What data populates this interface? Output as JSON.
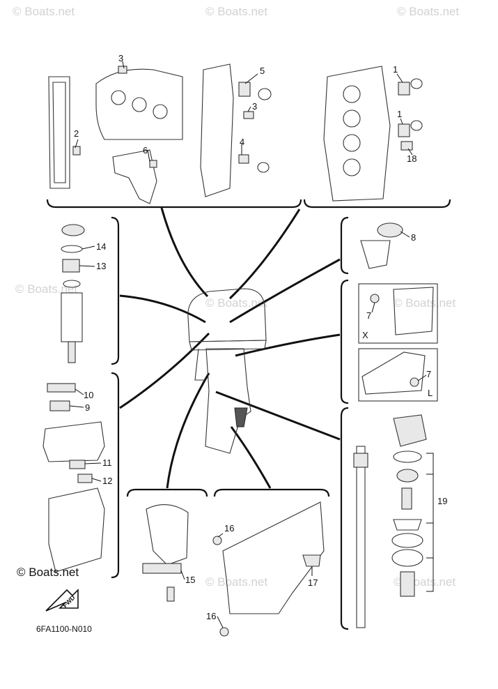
{
  "diagram_code": "6FA1100-N010",
  "watermark_text": "© Boats.net",
  "brand_text": "© Boats.net",
  "fwd_label": "FWD",
  "inset_labels": {
    "x": "X",
    "l": "L"
  },
  "callouts": {
    "c1a": "1",
    "c1b": "1",
    "c2": "2",
    "c3a": "3",
    "c3b": "3",
    "c4": "4",
    "c5": "5",
    "c6": "6",
    "c7a": "7",
    "c7b": "7",
    "c8": "8",
    "c9": "9",
    "c10": "10",
    "c11": "11",
    "c12": "12",
    "c13": "13",
    "c14": "14",
    "c15": "15",
    "c16a": "16",
    "c16b": "16",
    "c17": "17",
    "c18": "18",
    "c19": "19"
  },
  "colors": {
    "line": "#111111",
    "watermark": "#d2d2d2",
    "background": "#ffffff"
  }
}
